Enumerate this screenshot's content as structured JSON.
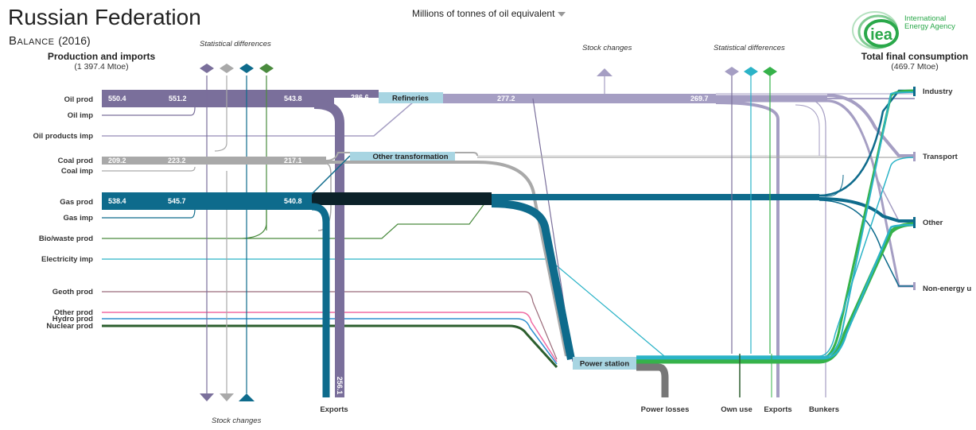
{
  "title": "Russian Federation",
  "subtitle_balance": "Balance",
  "subtitle_year": "(2016)",
  "unit_selector": "Millions of tonnes of oil equivalent",
  "iea_logo_text": "iea",
  "iea_name_line1": "International",
  "iea_name_line2": "Energy Agency",
  "left_header": "Production and imports",
  "left_total": "(1 397.4 Mtoe)",
  "right_header": "Total final consumption",
  "right_total": "(469.7 Mtoe)",
  "stat_diff_left": "Statistical differences",
  "stat_diff_right": "Statistical differences",
  "stock_changes_top": "Stock  changes",
  "stock_changes_bottom": "Stock changes",
  "inputs": [
    {
      "label": "Oil prod"
    },
    {
      "label": "Oil imp"
    },
    {
      "label": "Oil products imp"
    },
    {
      "label": "Coal prod"
    },
    {
      "label": "Coal imp"
    },
    {
      "label": "Gas prod"
    },
    {
      "label": "Gas imp"
    },
    {
      "label": "Bio/waste prod"
    },
    {
      "label": "Electricity imp"
    },
    {
      "label": "Geoth prod"
    },
    {
      "label": "Other prod"
    },
    {
      "label": "Hydro prod"
    },
    {
      "label": "Nuclear prod"
    }
  ],
  "flow_values": {
    "oil_prod": "550.4",
    "oil_total": "551.2",
    "oil_after_stat": "543.8",
    "oil_to_refineries": "286.6",
    "oil_exports": "256.1",
    "refinery_output": "277.2",
    "refinery_after_stat": "269.7",
    "coal_prod": "209.2",
    "coal_total": "223.2",
    "coal_after_stat": "217.1",
    "gas_prod": "538.4",
    "gas_total": "545.7",
    "gas_after_stat": "540.8"
  },
  "processes": {
    "refineries": "Refineries",
    "other_transformation": "Other transformation",
    "power_station": "Power station"
  },
  "sinks": {
    "exports_left": "Exports",
    "power_losses": "Power losses",
    "own_use": "Own use",
    "exports_right": "Exports",
    "bunkers": "Bunkers"
  },
  "outputs": [
    {
      "label": "Industry"
    },
    {
      "label": "Transport"
    },
    {
      "label": "Other"
    },
    {
      "label": "Non-energy u"
    }
  ],
  "colors": {
    "oil": "#7a6f9b",
    "oil_light": "#a59ec3",
    "coal": "#a9a9a9",
    "gas": "#0e6b8c",
    "gas_dark": "#0c2229",
    "bio": "#4a8b3e",
    "electricity": "#2bb3c7",
    "geoth": "#9b6b7a",
    "other": "#f06aa2",
    "hydro": "#2f8fd0",
    "nuclear": "#2c5e2e",
    "process_box": "#a8d5e2",
    "power_green": "#36b24a",
    "losses": "#777777",
    "iea_green": "#2aa84a"
  }
}
